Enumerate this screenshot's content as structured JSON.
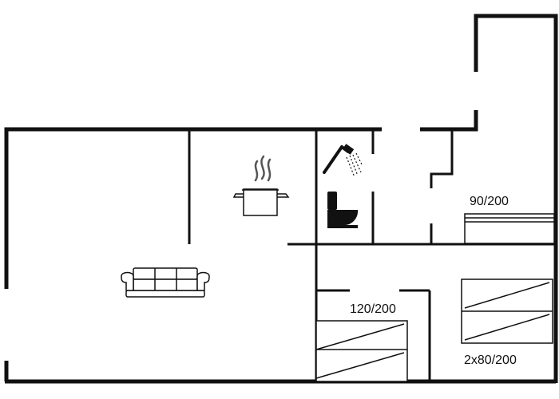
{
  "bed_labels": {
    "bedroom_top_right": "90/200",
    "bedroom_bottom_middle": "120/200",
    "bedroom_bottom_right": "2x80/200"
  },
  "icons": [
    "shower-icon",
    "toilet-icon",
    "cooking-pot-icon",
    "sofa-icon",
    "single-bed-icon",
    "double-bed-icon",
    "twin-beds-icon"
  ],
  "colors": {
    "wall": "#111111",
    "background": "#ffffff"
  }
}
